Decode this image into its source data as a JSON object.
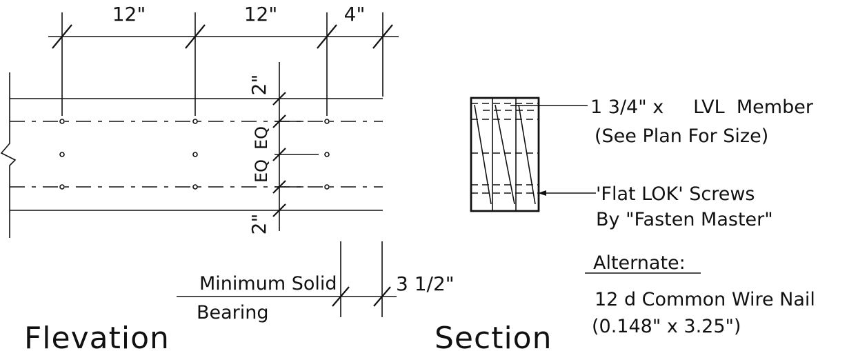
{
  "elevation": {
    "title": "Flevation",
    "top_dims": [
      "12\"",
      "12\"",
      "4\""
    ],
    "side_dims": {
      "top": "2\"",
      "eq1": "EQ",
      "eq2": "EQ",
      "bottom": "2\""
    },
    "bearing": {
      "line1": "Minimum Solid",
      "line2": "Bearing",
      "dim": "3 1/2\""
    }
  },
  "section": {
    "title": "Section",
    "member_line1": "1 3/4\" x     LVL  Member",
    "member_line2": "(See Plan For Size)",
    "screws_line1": "'Flat LOK' Screws",
    "screws_line2": "By \"Fasten Master\"",
    "alternate_heading": "Alternate:",
    "alternate_line1": "12 d Common Wire Nail",
    "alternate_line2": "(0.148\" x 3.25\")"
  }
}
